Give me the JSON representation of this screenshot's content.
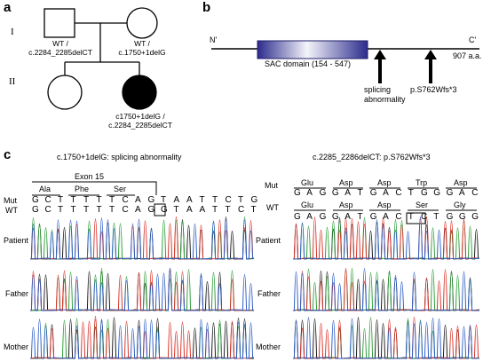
{
  "panel_a": {
    "letter": "a",
    "generations": [
      "I",
      "II"
    ],
    "father_genotype": [
      "WT /",
      "c.2284_2285delCT"
    ],
    "mother_genotype": [
      "WT /",
      "c.1750+1delG"
    ],
    "proband_genotype": [
      "c1750+1delG /",
      "c.2284_2285delCT"
    ]
  },
  "panel_b": {
    "letter": "b",
    "n_term": "N'",
    "c_term": "C'",
    "length": "907 a.a.",
    "domain_label": "SAC domain (154 - 547)",
    "arrow1_label": [
      "splicing",
      "abnormality"
    ],
    "arrow2_label": "p.S762Wfs*3",
    "domain_color": "#2b2b8c"
  },
  "panel_c": {
    "letter": "c",
    "left": {
      "title": "c.1750+1delG: splicing abnormality",
      "exon_label": "Exon 15",
      "aa": [
        "Ala",
        "Phe",
        "Ser"
      ],
      "mut_label": "Mut",
      "wt_label": "WT",
      "mut_seq": [
        "G",
        "C",
        "T",
        "T",
        "T",
        "T",
        "T",
        "C",
        "A",
        "G",
        "T",
        "A",
        "A",
        "T",
        "T",
        "C",
        "T",
        "G"
      ],
      "wt_seq": [
        "G",
        "C",
        "T",
        "T",
        "T",
        "T",
        "T",
        "C",
        "A",
        "G",
        "G",
        "T",
        "A",
        "A",
        "T",
        "T",
        "C",
        "T"
      ]
    },
    "right": {
      "title": "c.2285_2286delCT: p.S762Wfs*3",
      "mut_label": "Mut",
      "wt_label": "WT",
      "mut_aa": [
        "Glu",
        "Asp",
        "Asp",
        "Trp",
        "Asp"
      ],
      "wt_aa": [
        "Glu",
        "Asp",
        "Asp",
        "Ser",
        "Gly"
      ],
      "mut_seq": [
        "G",
        "A",
        "G",
        "G",
        "A",
        "T",
        "G",
        "A",
        "C",
        "T",
        "G",
        "G",
        "G",
        "A",
        "C"
      ],
      "wt_seq": [
        "G",
        "A",
        "G",
        "G",
        "A",
        "T",
        "G",
        "A",
        "C",
        "T",
        "C",
        "T",
        "G",
        "G",
        "G"
      ]
    },
    "traces": [
      "Patient",
      "Father",
      "Mother"
    ],
    "trace_colors": [
      "#1a1a1a",
      "#2e9e3a",
      "#d9342b",
      "#2f5fc4"
    ]
  }
}
